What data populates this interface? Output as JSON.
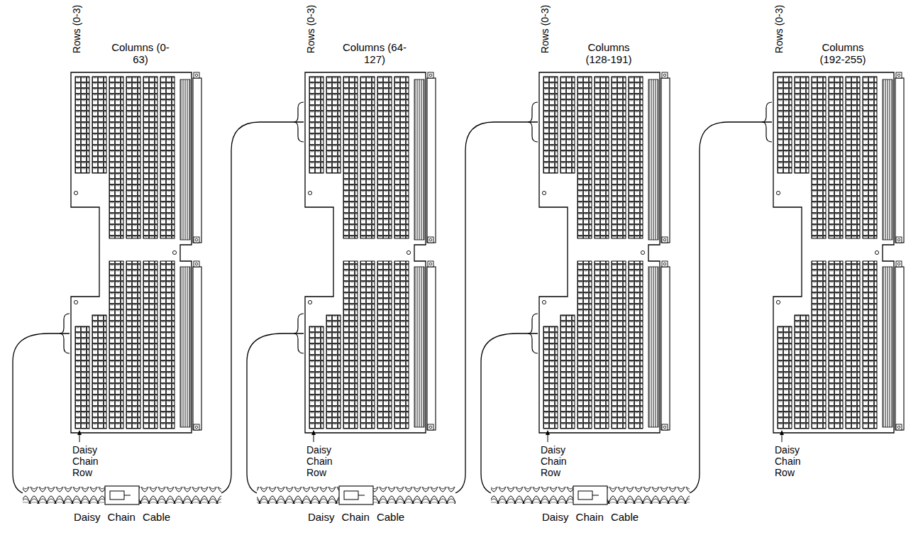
{
  "diagram": {
    "nodes": [
      {
        "text": [
          "Rows (0-3)",
          "Columns (0-63)",
          "Daisy Chain Row"
        ]
      },
      {
        "text": [
          "Rows (0-3)",
          "Columns (64-127)",
          "Daisy Chain Row"
        ]
      },
      {
        "text": [
          "Rows (0-3)",
          "Columns (128-191)",
          "Daisy Chain Row"
        ]
      },
      {
        "text": [
          "Rows (0-3)",
          "Columns (192-255)",
          "Daisy Chain Row"
        ]
      }
    ],
    "edges": [
      {
        "from": 0,
        "to": 1,
        "arrow": "none",
        "label": "Daisy Chain Cable"
      },
      {
        "from": 1,
        "to": 2,
        "arrow": "none",
        "label": "Daisy Chain Cable"
      },
      {
        "from": 2,
        "to": 3,
        "arrow": "none",
        "label": "Daisy Chain Cable"
      }
    ]
  }
}
